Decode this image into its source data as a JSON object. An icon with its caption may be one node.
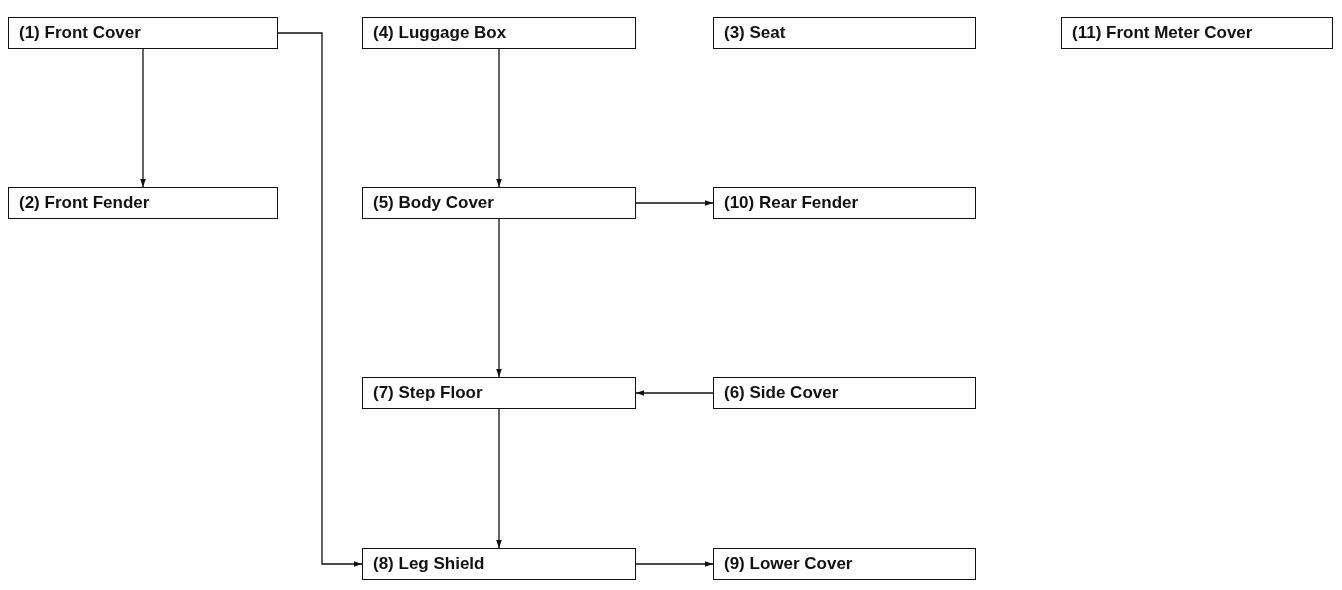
{
  "diagram": {
    "nodes": [
      {
        "text": [
          "(1) Front Cover"
        ]
      },
      {
        "text": [
          "(4) Luggage Box"
        ]
      },
      {
        "text": [
          "(3) Seat"
        ]
      },
      {
        "text": [
          "(11) Front Meter Cover"
        ]
      },
      {
        "text": [
          "(2) Front Fender"
        ]
      },
      {
        "text": [
          "(5) Body Cover"
        ]
      },
      {
        "text": [
          "(10) Rear Fender"
        ]
      },
      {
        "text": [
          "(7) Step Floor"
        ]
      },
      {
        "text": [
          "(6) Side Cover"
        ]
      },
      {
        "text": [
          "(8) Leg Shield"
        ]
      },
      {
        "text": [
          "(9) Lower Cover"
        ]
      }
    ],
    "edges": [
      {
        "from": 0,
        "to": 4,
        "arrow": "to"
      },
      {
        "from": 0,
        "to": 9,
        "arrow": "to"
      },
      {
        "from": 1,
        "to": 5,
        "arrow": "to"
      },
      {
        "from": 5,
        "to": 6,
        "arrow": "to"
      },
      {
        "from": 5,
        "to": 7,
        "arrow": "to"
      },
      {
        "from": 8,
        "to": 7,
        "arrow": "to"
      },
      {
        "from": 7,
        "to": 9,
        "arrow": "to"
      },
      {
        "from": 9,
        "to": 10,
        "arrow": "to"
      }
    ]
  }
}
